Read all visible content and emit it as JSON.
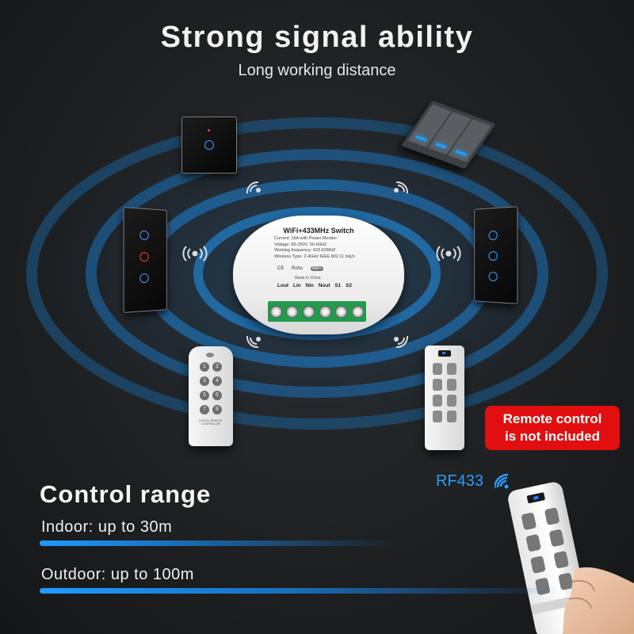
{
  "header": {
    "title": "Strong signal ability",
    "subtitle": "Long working distance"
  },
  "device": {
    "name": "WiFi+433MHz Switch",
    "specs": [
      "Current: 16A with Power Monitor",
      "Voltage: 85-250V, 50-60HZ",
      "Working frequency: 433.92MHZ",
      "Wireless Type: 2.4GHz IEEE 802.11 b/g/n"
    ],
    "marks": [
      "CE",
      "Rohs",
      "WiFi"
    ],
    "made_in": "Made In China",
    "terminals": "Lout Lin Nin Nout S1 S2"
  },
  "remote_small": {
    "brand_text": "DIGITAL REMOTE CONTROLLER",
    "buttons": [
      "1",
      "2",
      "3",
      "4",
      "5",
      "6",
      "7",
      "8"
    ]
  },
  "notice": {
    "line1": "Remote control",
    "line2": "is not included"
  },
  "control_range": {
    "title": "Control range",
    "indoor": "Indoor: up to 30m",
    "outdoor": "Outdoor: up to 100m"
  },
  "rf_label": "RF433",
  "colors": {
    "accent_blue": "#1f9bff",
    "notice_red": "#e10f0f",
    "terminal_green": "#239a4c"
  },
  "icons": [
    "wifi-wave-icon",
    "rf-signal-icon"
  ]
}
